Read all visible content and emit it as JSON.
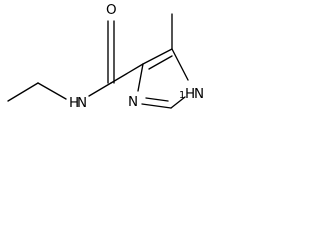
{
  "molecule": {
    "atoms": {
      "amide_o": {
        "element": "O",
        "label": "O"
      },
      "amide_n": {
        "element": "N",
        "label": "N",
        "h_label": "H"
      },
      "ring_n3": {
        "element": "N",
        "label": "N"
      },
      "ring_n1": {
        "element": "N",
        "label": "N",
        "h_label": "H",
        "h_prefix": "1"
      }
    }
  },
  "colors": {
    "bond": "#000000",
    "background": "#ffffff"
  }
}
